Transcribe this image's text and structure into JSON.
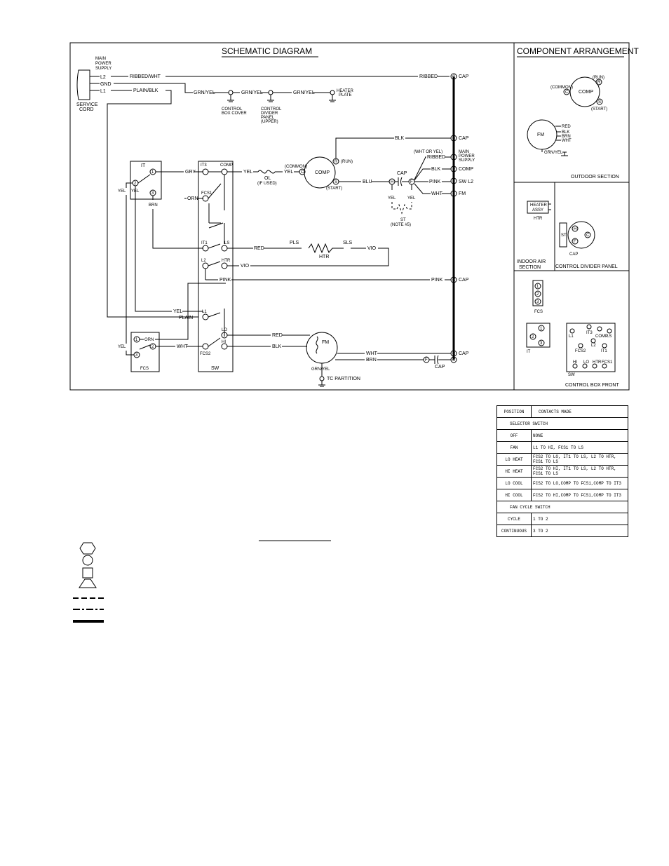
{
  "diagram": {
    "title": "SCHEMATIC DIAGRAM",
    "component_title": "COMPONENT ARRANGEMENT",
    "labels": {
      "main_power_supply": [
        "MAIN",
        "POWER",
        "SUPPLY"
      ],
      "service_cord": [
        "SERVICE",
        "CORD"
      ],
      "l2": "L2",
      "gnd": "GND",
      "l1": "L1",
      "ribbed_wht": "RIBBED/WHT",
      "plain_blk": "PLAIN/BLK",
      "grn_yel": "GRN/YEL",
      "ribbed": "RIBBED",
      "control_box_cover": [
        "CONTROL",
        "BOX COVER"
      ],
      "control_divider_panel_upper": [
        "CONTROL",
        "DIVIDER",
        "PANEL",
        "(UPPER)"
      ],
      "heater_plate": [
        "HEATER",
        "PLATE"
      ],
      "cap": "CAP",
      "blk": "BLK",
      "it": "IT",
      "it3": "IT3",
      "comp": "COMP",
      "gry": "GRY",
      "yel": "YEL",
      "orn": "ORN",
      "brn": "BRN",
      "fcs1": "FCS1",
      "fcs2": "FCS2",
      "ol": "OL",
      "if_used": "(IF USED)",
      "common": "(COMMON)",
      "run": "(RUN)",
      "start": "(START)",
      "wht_or_yel": "(WHT OR YEL)",
      "main_power_supply_right": [
        "MAIN",
        "POWER",
        "SUPPLY"
      ],
      "blu": "BLU",
      "pink": "PINK",
      "wht": "WHT",
      "sw_l2": "SW L2",
      "fm": "FM",
      "st": "ST",
      "note5": "(NOTE #5)",
      "it1": "IT1",
      "ls": "LS",
      "red": "RED",
      "pls": "PLS",
      "sls": "SLS",
      "vio": "VIO",
      "htr": "HTR",
      "l2_sw": "L2",
      "l1_sw": "L1",
      "plain": "PLAIN",
      "lo": "LO",
      "hi": "HI",
      "fcs": "FCS",
      "sw": "SW",
      "tc_partition": "TC PARTITION",
      "outdoor_section": "OUTDOOR SECTION",
      "heater_assy": [
        "HEATER",
        "ASSY"
      ],
      "indoor_air_section": [
        "INDOOR AIR",
        "SECTION"
      ],
      "control_divider_panel": "CONTROL DIVIDER PANEL",
      "control_box_front": "CONTROL BOX FRONT",
      "term_1": "1",
      "term_2": "2",
      "term_3": "3",
      "term_c": "C",
      "term_r": "R",
      "term_s": "S",
      "term_h": "H",
      "term_f": "F"
    }
  },
  "table": {
    "headers": [
      "POSITION",
      "CONTACTS MADE"
    ],
    "selector_title": "SELECTOR SWITCH",
    "selector_rows": [
      {
        "position": "OFF",
        "contacts": "NONE"
      },
      {
        "position": "FAN",
        "contacts": "L1 TO HI, FCS1 TO LS"
      },
      {
        "position": "LO HEAT",
        "contacts": "FCS2 TO LO, IT1 TO LS, L2 TO HTR, FCS1 TO LS"
      },
      {
        "position": "HI HEAT",
        "contacts": "FCS2 TO HI, IT1 TO LS, L2 TO HTR, FCS1 TO LS"
      },
      {
        "position": "LO COOL",
        "contacts": "FCS2 TO LO,COMP TO FCS1,COMP TO IT3"
      },
      {
        "position": "HI COOL",
        "contacts": "FCS2 TO HI,COMP TO FCS1,COMP TO IT3"
      }
    ],
    "fan_title": "FAN CYCLE SWITCH",
    "fan_rows": [
      {
        "position": "CYCLE",
        "contacts": "1 TO 2"
      },
      {
        "position": "CONTINUOUS",
        "contacts": "3 TO 2"
      }
    ]
  }
}
